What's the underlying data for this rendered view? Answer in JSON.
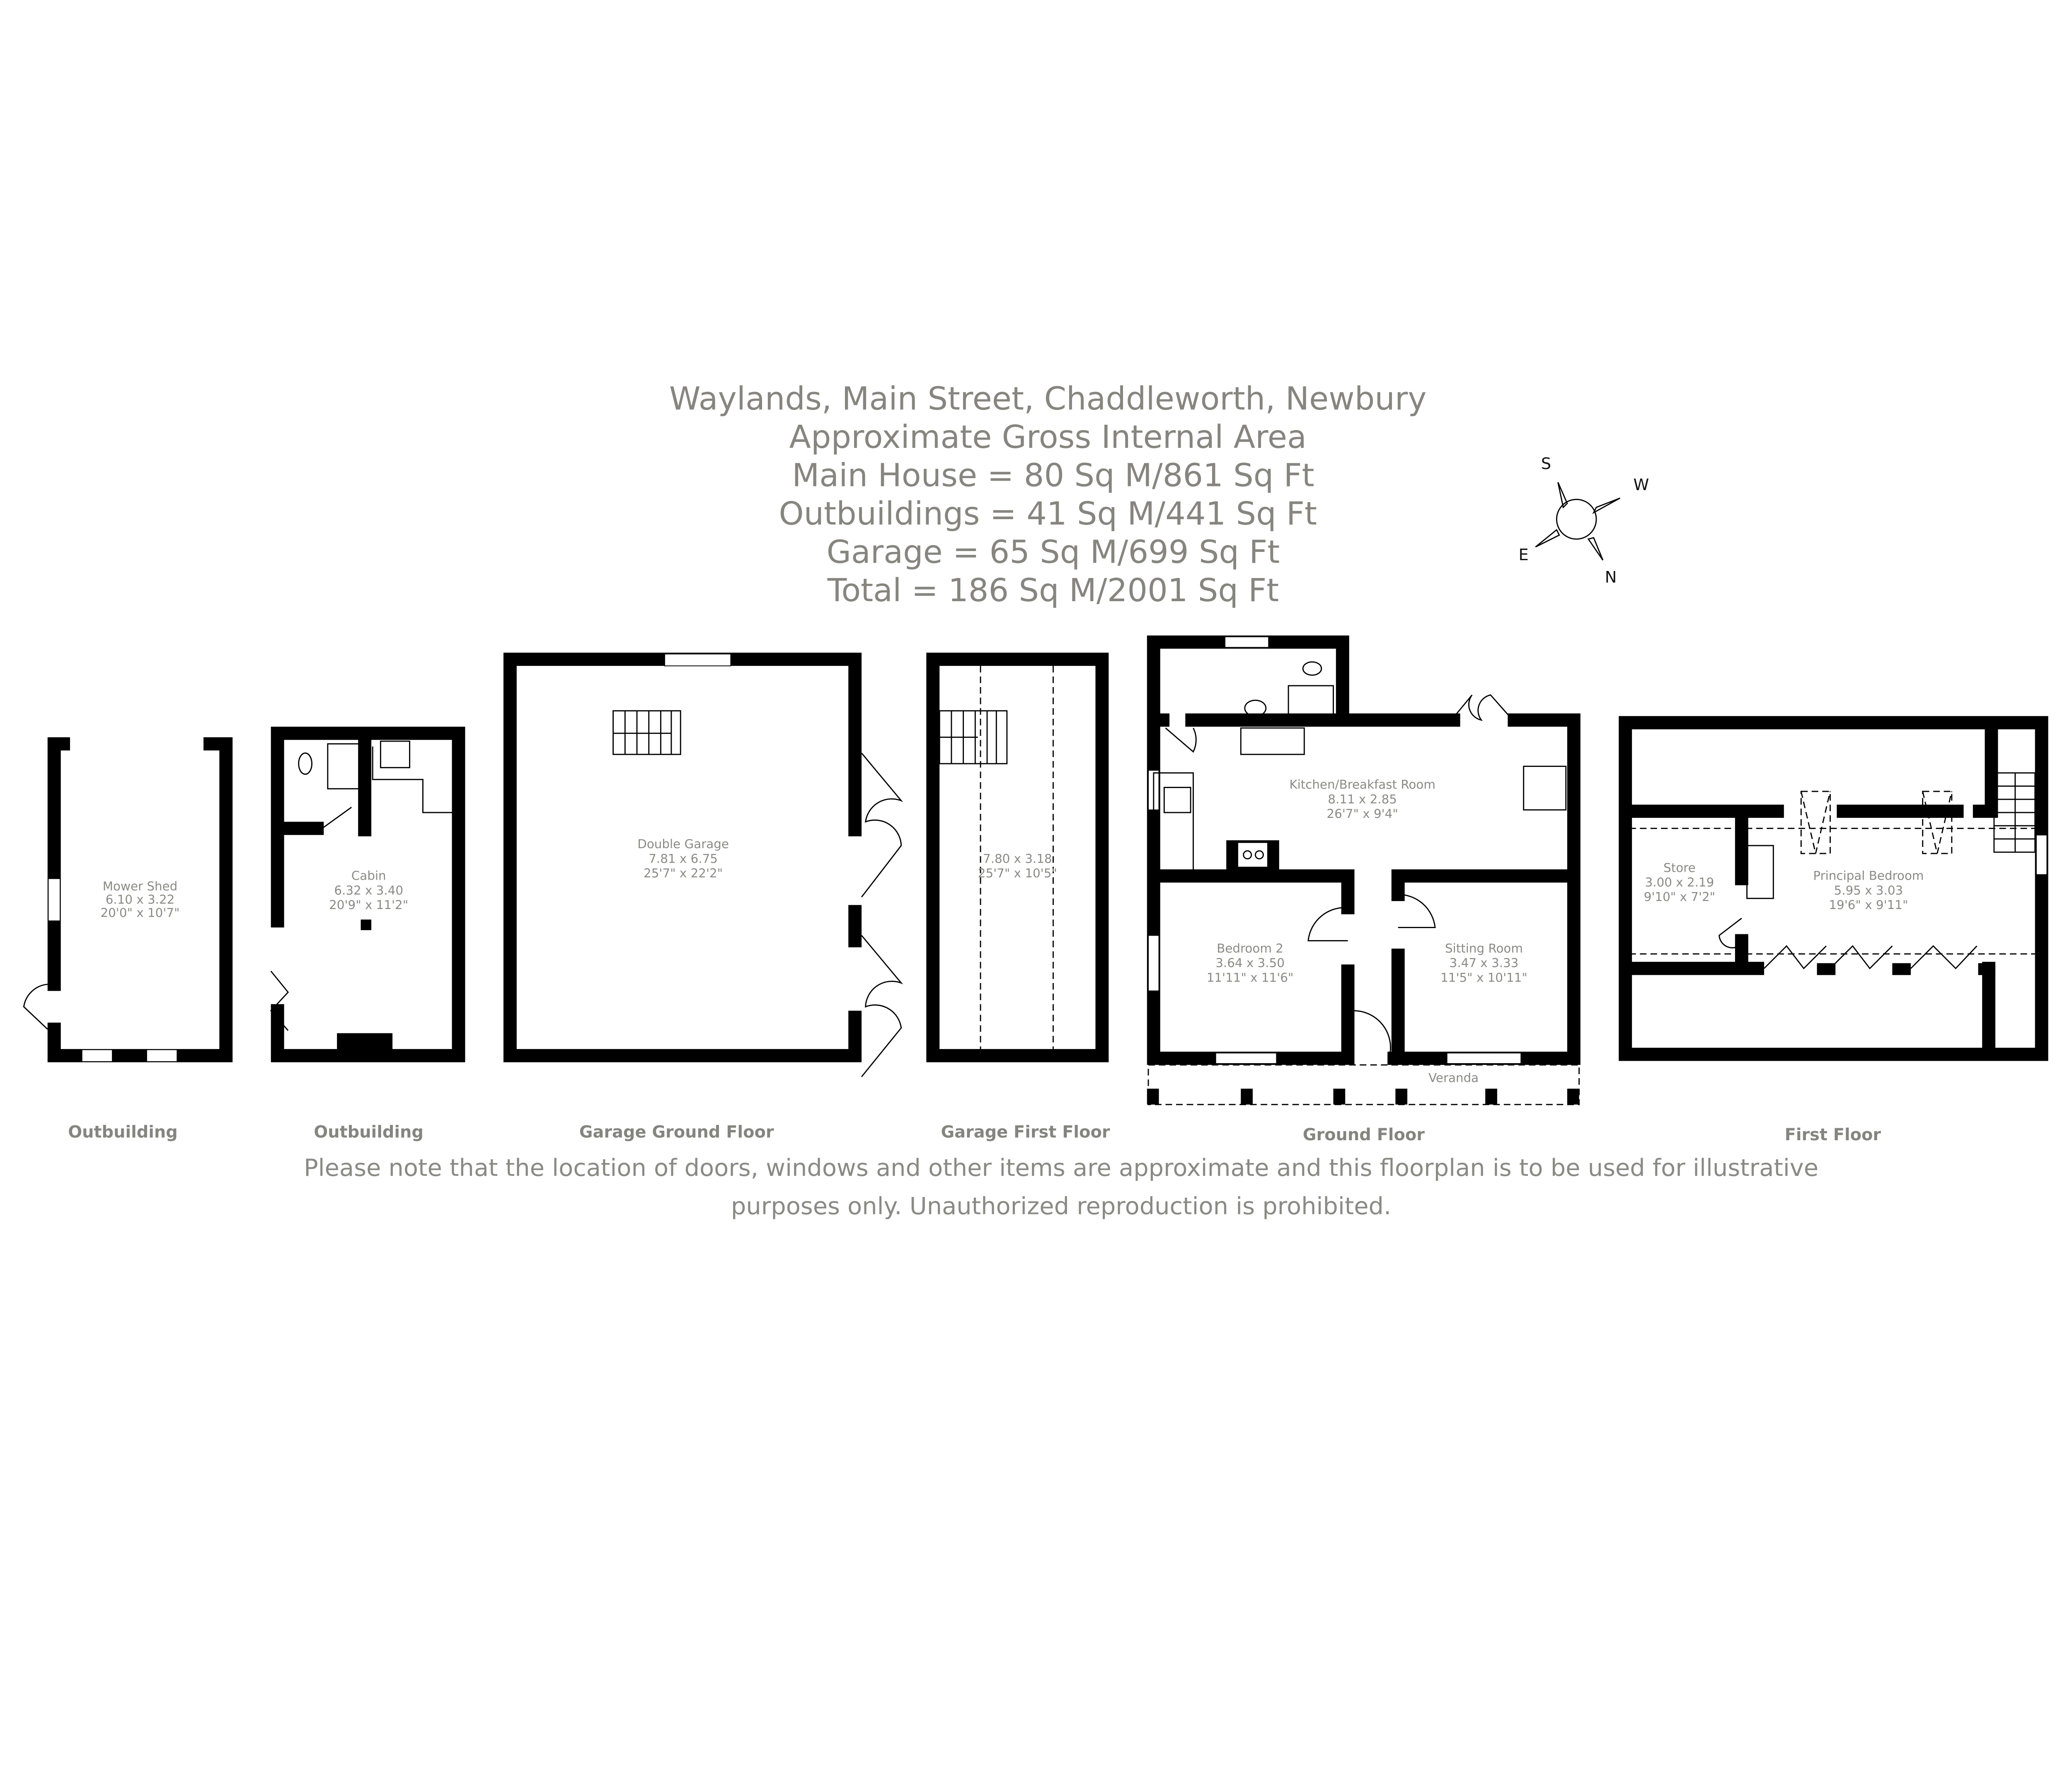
{
  "header": {
    "address": "Waylands, Main Street, Chaddleworth, Newbury",
    "subtitle": "Approximate Gross Internal Area",
    "areas": [
      "Main House = 80 Sq M/861 Sq Ft",
      "Outbuildings = 41 Sq M/441 Sq Ft",
      "Garage = 65 Sq M/699 Sq Ft",
      "Total = 186 Sq M/2001 Sq Ft"
    ]
  },
  "compass": {
    "s": "S",
    "w": "W",
    "e": "E",
    "n": "N"
  },
  "plans": [
    {
      "label": "Outbuilding",
      "rooms": [
        {
          "name": "Mower Shed",
          "metric": "6.10 x 3.22",
          "imperial": "20'0\" x 10'7\""
        }
      ]
    },
    {
      "label": "Outbuilding",
      "rooms": [
        {
          "name": "Cabin",
          "metric": "6.32 x 3.40",
          "imperial": "20'9\" x 11'2\""
        }
      ]
    },
    {
      "label": "Garage Ground Floor",
      "rooms": [
        {
          "name": "Double Garage",
          "metric": "7.81 x 6.75",
          "imperial": "25'7\" x 22'2\""
        }
      ]
    },
    {
      "label": "Garage First Floor",
      "rooms": [
        {
          "name": "",
          "metric": "7.80 x 3.18",
          "imperial": "25'7\" x 10'5\""
        }
      ]
    },
    {
      "label": "Ground Floor",
      "rooms": [
        {
          "name": "Kitchen/Breakfast Room",
          "metric": "8.11 x 2.85",
          "imperial": "26'7\" x 9'4\""
        },
        {
          "name": "Bedroom 2",
          "metric": "3.64 x 3.50",
          "imperial": "11'11\" x 11'6\""
        },
        {
          "name": "Sitting Room",
          "metric": "3.47 x 3.33",
          "imperial": "11'5\" x 10'11\""
        },
        {
          "name": "Veranda"
        }
      ]
    },
    {
      "label": "First Floor",
      "rooms": [
        {
          "name": "Store",
          "metric": "3.00 x 2.19",
          "imperial": "9'10\" x 7'2\""
        },
        {
          "name": "Principal Bedroom",
          "metric": "5.95 x 3.03",
          "imperial": "19'6\" x 9'11\""
        }
      ]
    }
  ],
  "disclaimer": [
    "Please note that the location of doors, windows and other items are approximate and this floorplan is to be used for illustrative",
    "purposes only. Unauthorized reproduction is prohibited."
  ]
}
